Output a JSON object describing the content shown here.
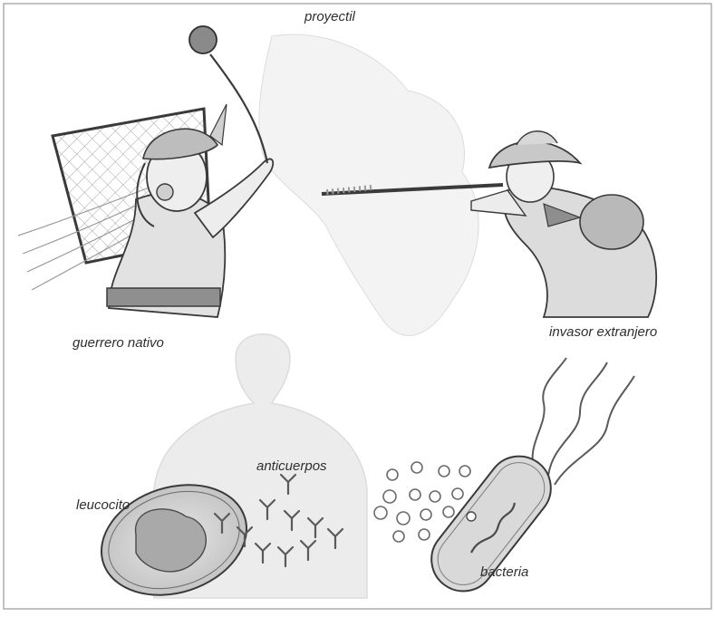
{
  "labels": {
    "projectile": "proyectil",
    "native_warrior": "guerrero nativo",
    "foreign_invader": "invasor extranjero",
    "antibodies": "anticuerpos",
    "leukocyte": "leucocito",
    "bacteria": "bacteria"
  },
  "colors": {
    "frame": "#9a9a9a",
    "ink": "#3a3a3a",
    "shade": "#d6d6d6",
    "silhouette": "#ececec"
  }
}
